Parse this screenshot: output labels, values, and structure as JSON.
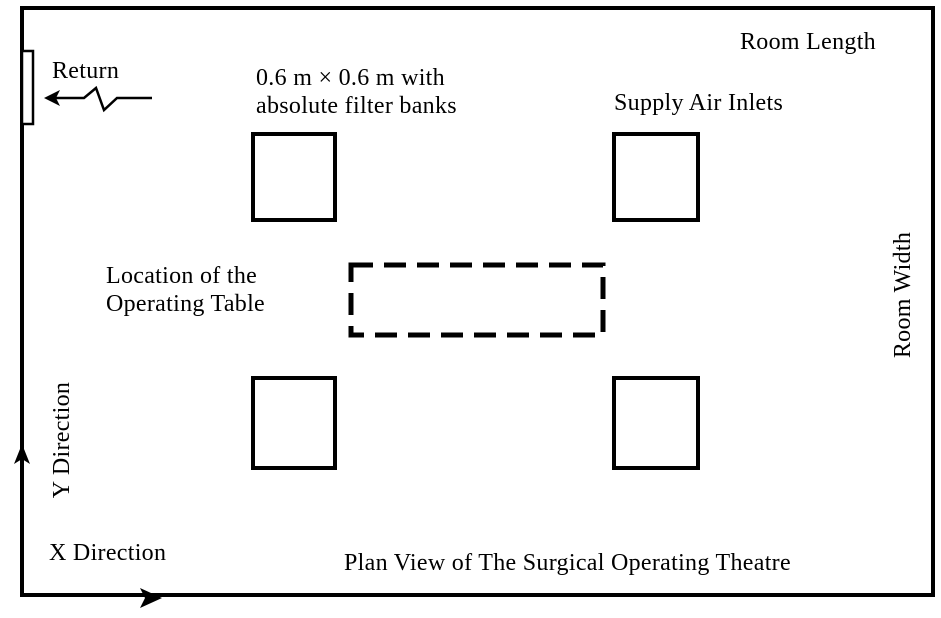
{
  "labels": {
    "room_length": "Room Length",
    "room_width": "Room Width",
    "return": "Return",
    "filter_size_line1": "0.6 m × 0.6 m with",
    "filter_size_line2": "absolute filter banks",
    "supply_air_inlets": "Supply Air Inlets",
    "operating_table_line1": "Location of the",
    "operating_table_line2": "Operating Table",
    "y_direction": "Y Direction",
    "x_direction": "X Direction",
    "title": "Plan View of The Surgical Operating Theatre"
  },
  "colors": {
    "stroke": "#000000",
    "background": "#ffffff",
    "text": "#000000"
  },
  "icons": {
    "return_arrow": "zigzag-arrow-left-icon",
    "x_axis": "arrow-right-icon",
    "y_axis": "arrow-up-icon"
  }
}
